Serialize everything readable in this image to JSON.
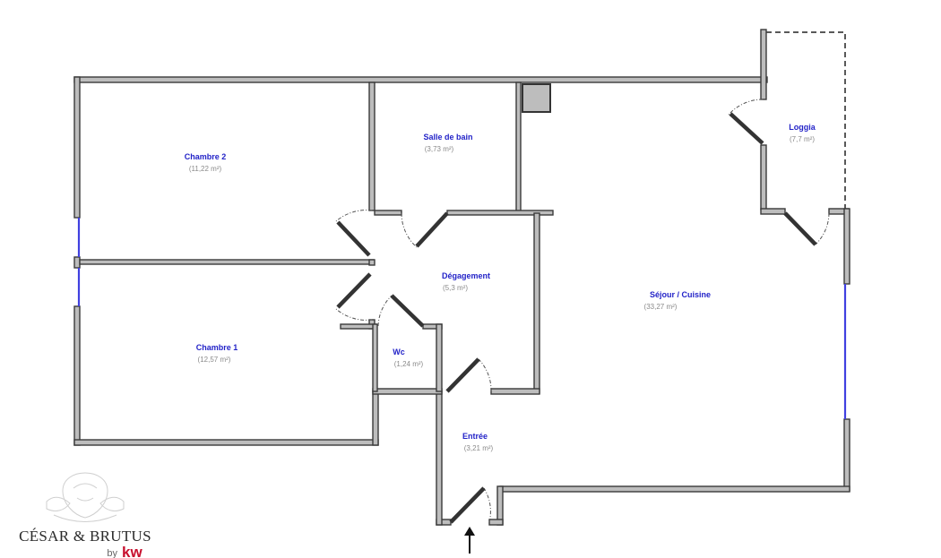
{
  "rooms": [
    {
      "key": "chambre2",
      "name": "Chambre 2",
      "area": "(11,22 m²)"
    },
    {
      "key": "sdb",
      "name": "Salle de bain",
      "area": "(3,73 m²)"
    },
    {
      "key": "loggia",
      "name": "Loggia",
      "area": "(7,7 m²)"
    },
    {
      "key": "degagement",
      "name": "Dégagement",
      "area": "(5,3 m²)"
    },
    {
      "key": "sejour",
      "name": "Séjour / Cuisine",
      "area": "(33,27 m²)"
    },
    {
      "key": "chambre1",
      "name": "Chambre 1",
      "area": "(12,57 m²)"
    },
    {
      "key": "wc",
      "name": "Wc",
      "area": "(1,24 m²)"
    },
    {
      "key": "entree",
      "name": "Entrée",
      "area": "(3,21 m²)"
    }
  ],
  "logo": {
    "name": "CÉSAR & BRUTUS",
    "by": "by",
    "brand": "kw"
  },
  "colors": {
    "room_label": "#2323c8",
    "area_label": "#8a8a8a",
    "window": "#4040e0",
    "brand": "#c8102e"
  }
}
